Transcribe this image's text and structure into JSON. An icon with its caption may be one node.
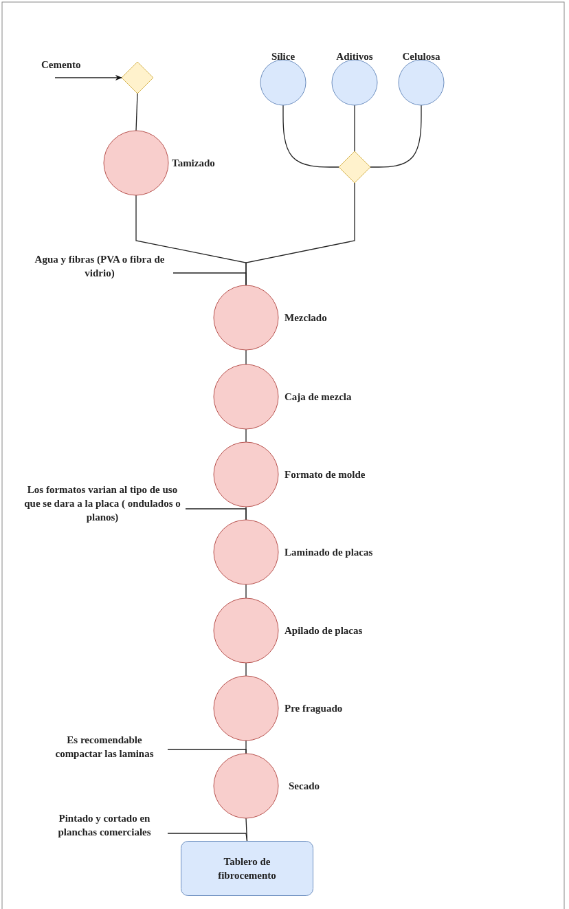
{
  "diagram": {
    "nodes": [
      {
        "text": [],
        "shape": "diamond"
      },
      {
        "text": [
          "Tamizado"
        ]
      },
      {
        "text": [
          "Sílice"
        ]
      },
      {
        "text": [
          "Aditivos"
        ]
      },
      {
        "text": [
          "Celulosa"
        ]
      },
      {
        "text": [],
        "shape": "diamond"
      },
      {
        "text": [
          "Agua y fibras (PVA o fibra de vidrio)"
        ]
      },
      {
        "text": [
          "Mezclado"
        ]
      },
      {
        "text": [
          "Caja de mezcla"
        ]
      },
      {
        "text": [
          "Formato de molde"
        ]
      },
      {
        "text": [
          "Los formatos varian al tipo de uso que se dara a la placa ( ondulados o planos)"
        ]
      },
      {
        "text": [
          "Laminado de placas"
        ]
      },
      {
        "text": [
          "Apilado de placas"
        ]
      },
      {
        "text": [
          "Pre fraguado"
        ]
      },
      {
        "text": [
          "Es recomendable compactar las laminas"
        ]
      },
      {
        "text": [
          "Secado"
        ]
      },
      {
        "text": [
          "Pintado y cortado en planchas comerciales"
        ]
      },
      {
        "text": [
          "Tablero de fibrocemento"
        ]
      }
    ],
    "edges": [
      {
        "from": null,
        "to": 0,
        "arrow": "to"
      },
      {
        "from": 0,
        "to": 1,
        "arrow": "none"
      },
      {
        "from": 2,
        "to": 5,
        "arrow": "none"
      },
      {
        "from": 3,
        "to": 5,
        "arrow": "none"
      },
      {
        "from": 4,
        "to": 5,
        "arrow": "none"
      },
      {
        "from": 1,
        "to": 7,
        "arrow": "none"
      },
      {
        "from": 5,
        "to": 7,
        "arrow": "none"
      },
      {
        "from": 6,
        "to": 7,
        "arrow": "none"
      },
      {
        "from": 7,
        "to": 8,
        "arrow": "none"
      },
      {
        "from": 8,
        "to": 9,
        "arrow": "none"
      },
      {
        "from": 9,
        "to": 11,
        "arrow": "none"
      },
      {
        "from": 10,
        "to": 11,
        "arrow": "none"
      },
      {
        "from": 11,
        "to": 12,
        "arrow": "none"
      },
      {
        "from": 12,
        "to": 13,
        "arrow": "none"
      },
      {
        "from": 13,
        "to": 15,
        "arrow": "none"
      },
      {
        "from": 14,
        "to": 15,
        "arrow": "none"
      },
      {
        "from": 15,
        "to": 17,
        "arrow": "none"
      },
      {
        "from": 16,
        "to": 17,
        "arrow": "none"
      }
    ],
    "labels": [
      "Cemento"
    ]
  }
}
